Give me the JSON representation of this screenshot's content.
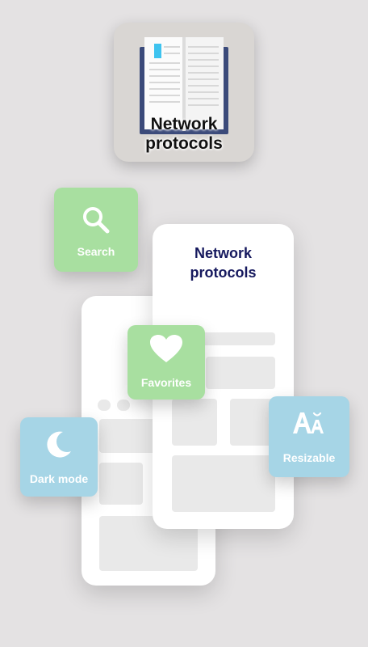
{
  "app": {
    "title_line1": "Network",
    "title_line2": "protocols",
    "icon": "book-icon"
  },
  "phone": {
    "title_line1": "Network",
    "title_line2": "protocols"
  },
  "features": [
    {
      "label": "Search",
      "icon": "search-icon",
      "color": "#a8dfa0"
    },
    {
      "label": "Favorites",
      "icon": "heart-icon",
      "color": "#a8dfa0"
    },
    {
      "label": "Dark mode",
      "icon": "moon-icon",
      "color": "#a6d5e6"
    },
    {
      "label": "Resizable",
      "icon": "font-resize-icon",
      "color": "#a6d5e6"
    }
  ],
  "colors": {
    "background": "#e4e2e3",
    "phone_title": "#16195e",
    "book_cover": "#3b4a7a",
    "bookmark": "#3ec3ef"
  }
}
